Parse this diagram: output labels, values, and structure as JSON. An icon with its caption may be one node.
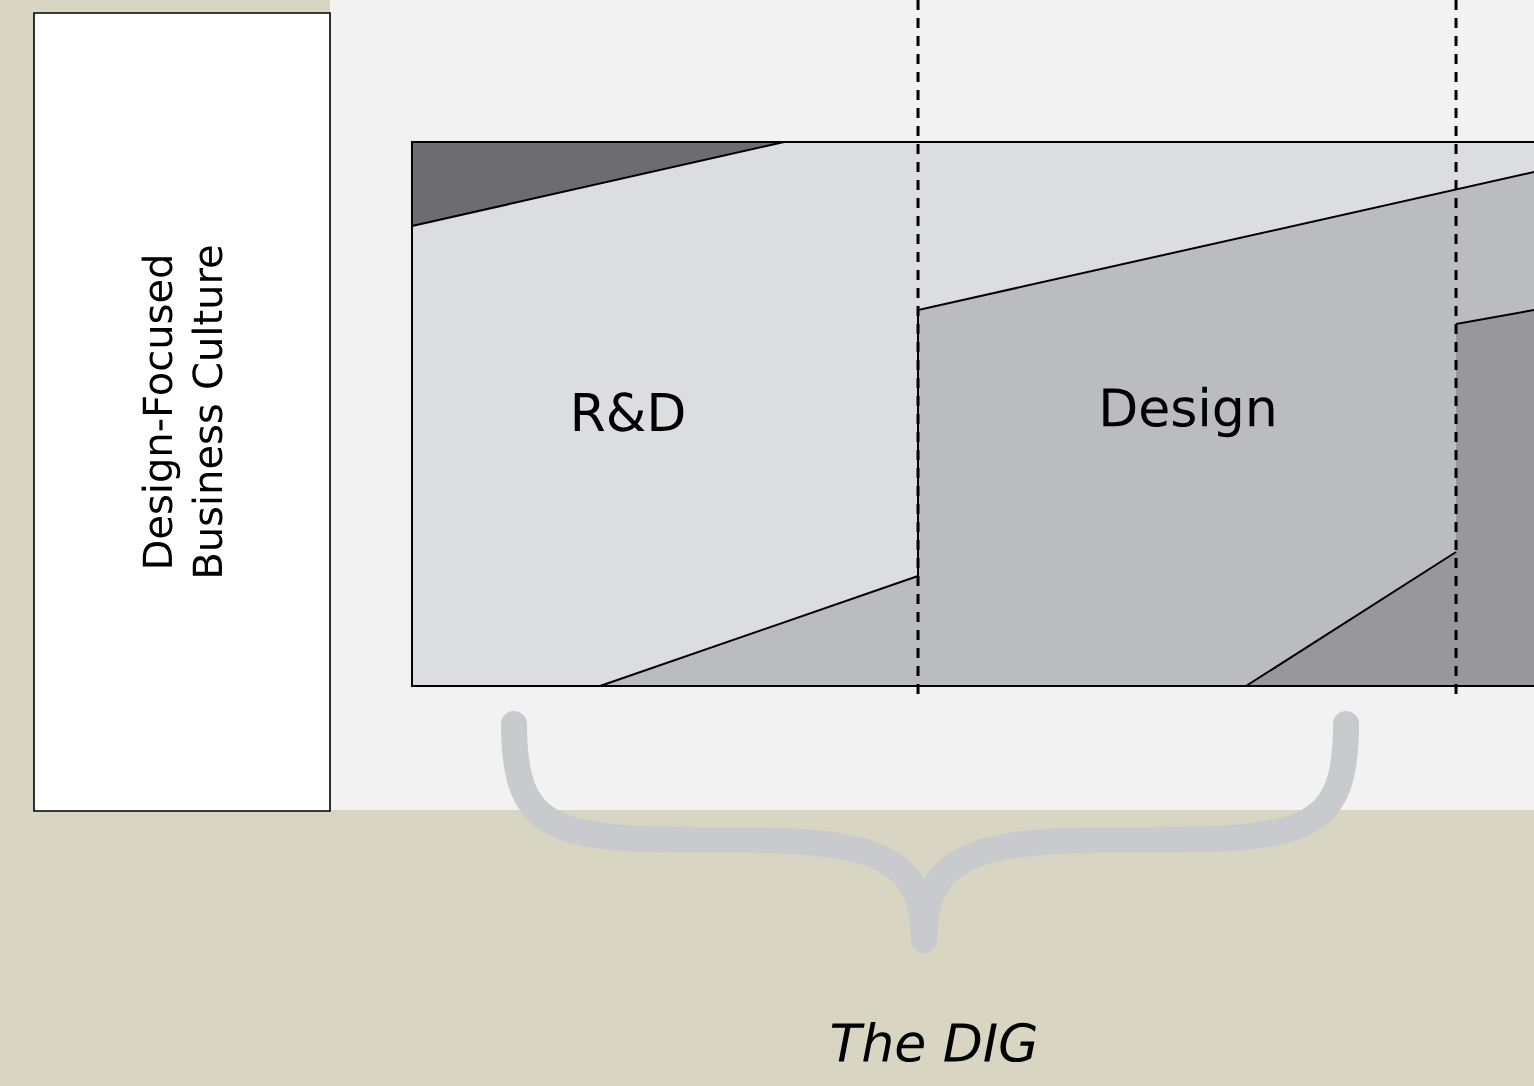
{
  "diagram": {
    "nodes": [
      {
        "text": [
          "Design-Focused Business Culture"
        ]
      },
      {
        "text": [
          "R&D"
        ]
      },
      {
        "text": [
          "Design"
        ]
      }
    ],
    "labels": [
      "The DIG"
    ]
  }
}
